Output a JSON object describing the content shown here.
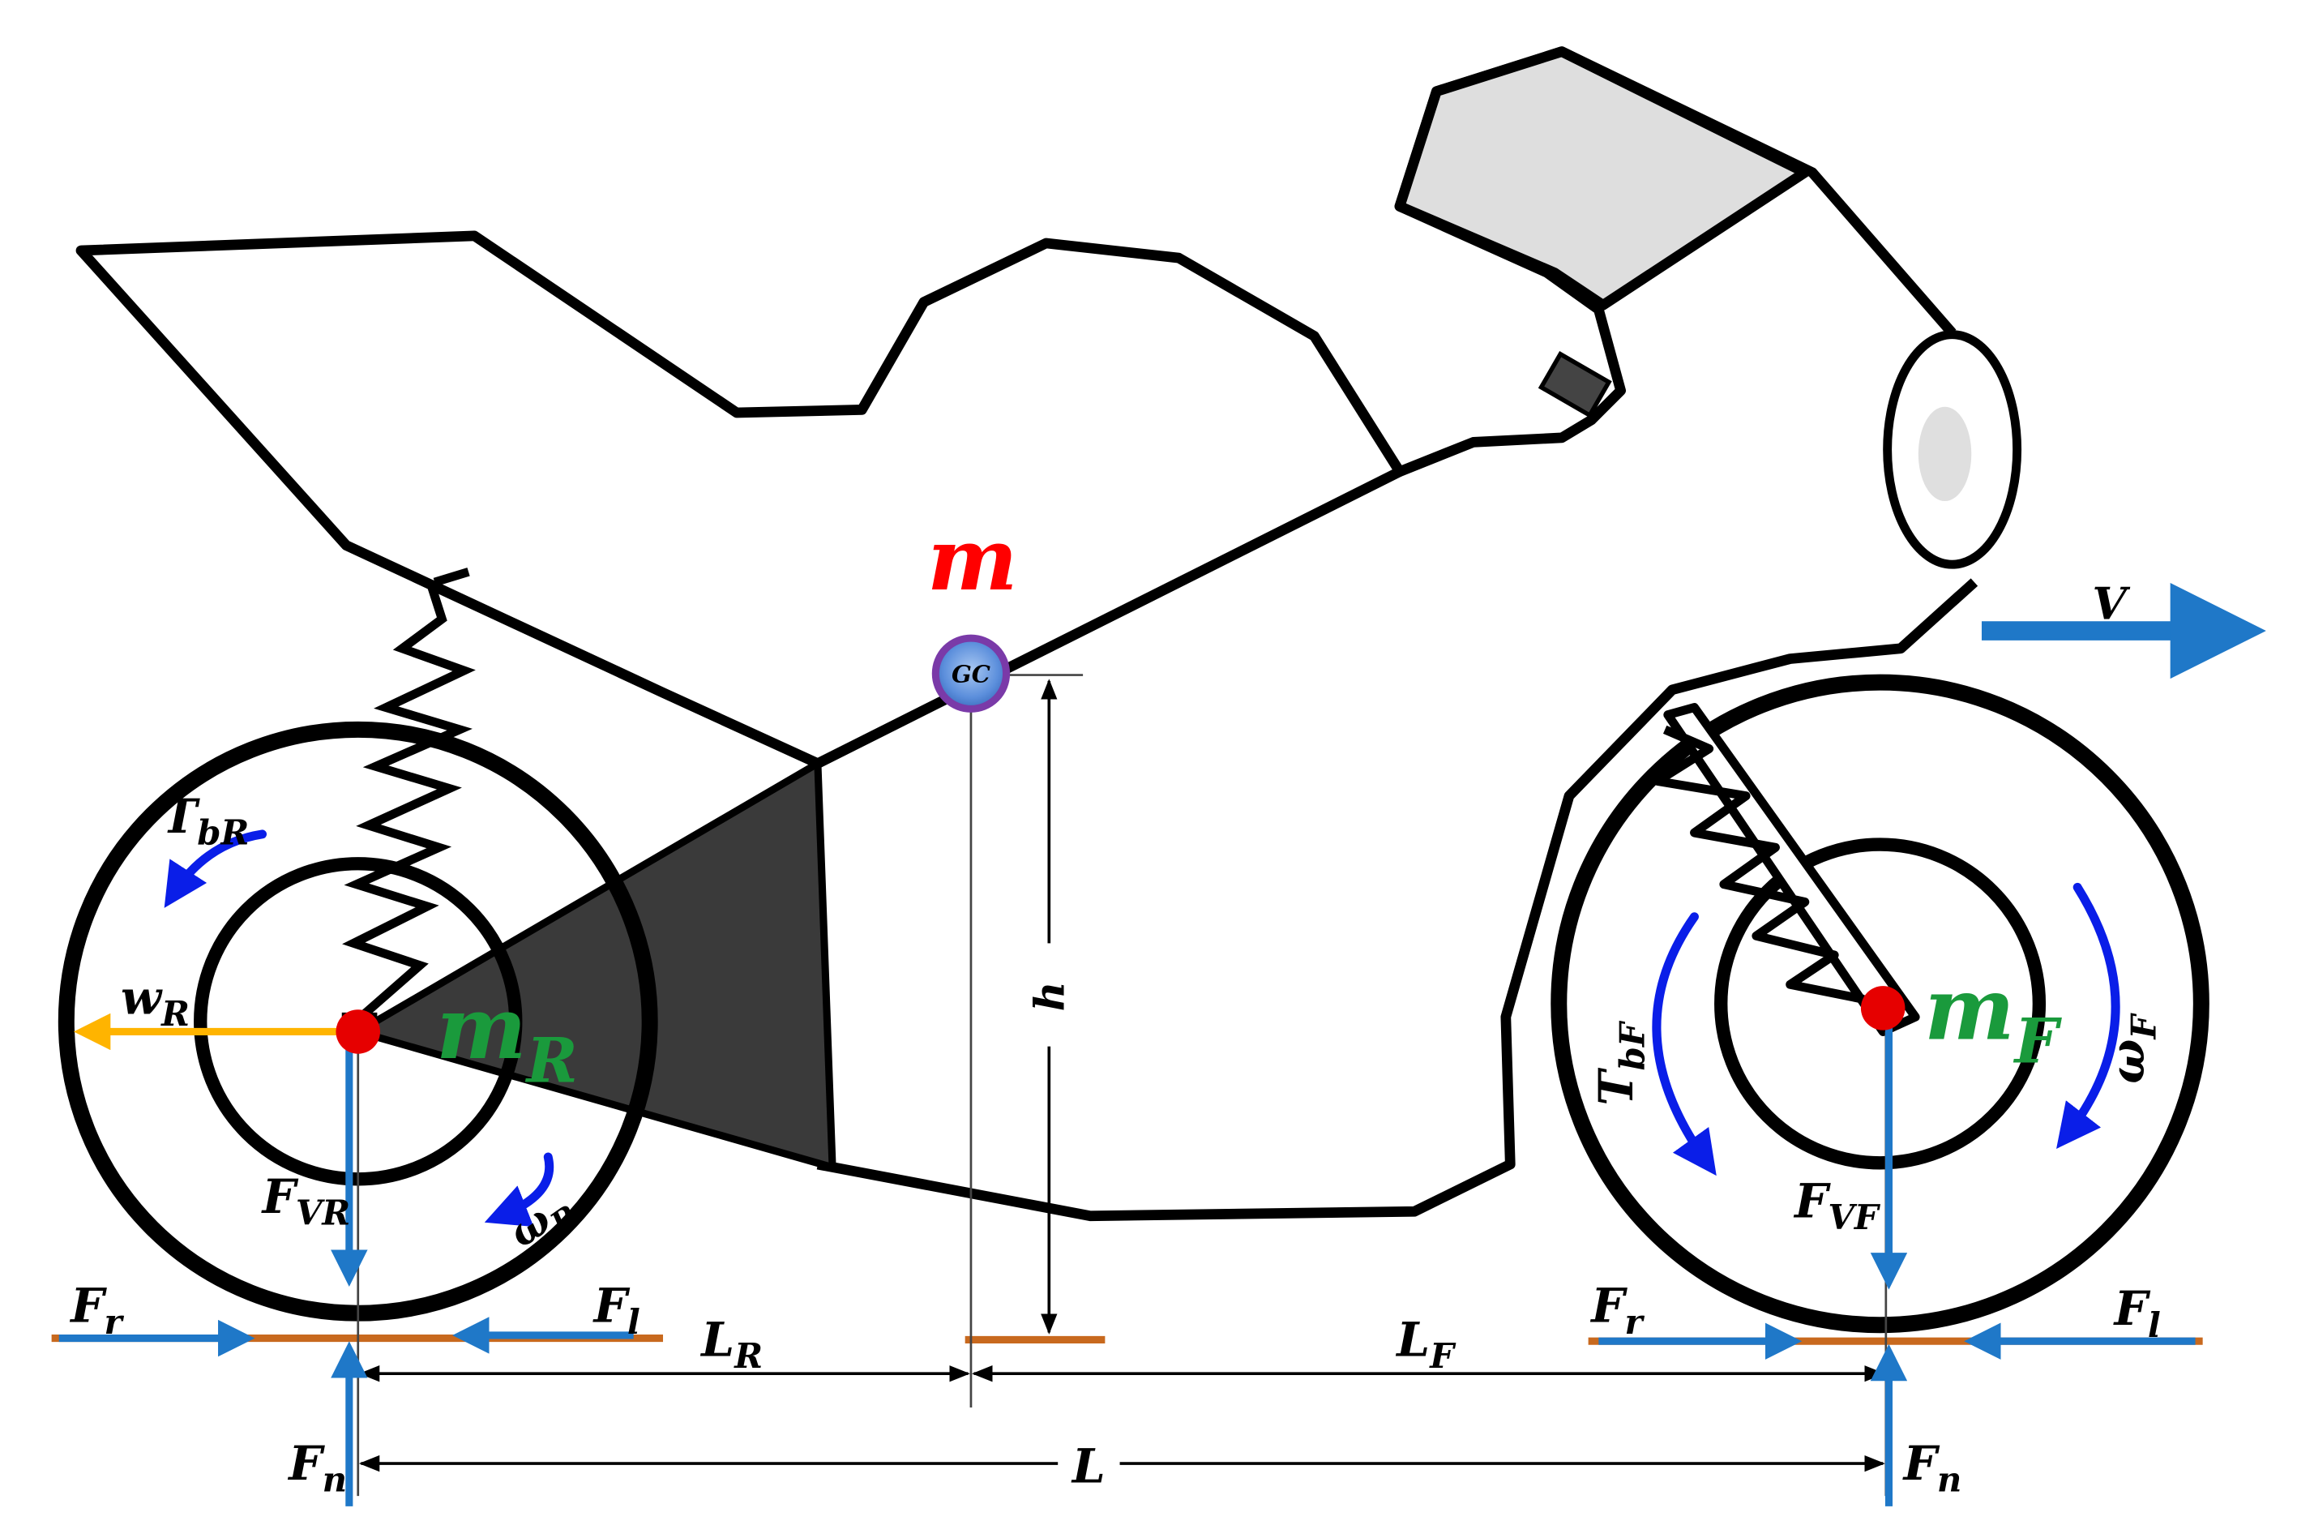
{
  "colors": {
    "outline": "#000000",
    "force_blue": "#1f78c8",
    "torque_blue": "#0a1ee8",
    "mass_green": "#1a9a3c",
    "mass_red": "#ff0000",
    "hub_red": "#e60000",
    "ground_orange": "#c8691e",
    "drag_yellow": "#ffb400",
    "triangle_fill": "#3a3a3a",
    "windshield_fill": "#dedede",
    "gc_fill": "#6a9de0",
    "gc_ring": "#7a3aa8"
  },
  "icons": {
    "gc_marker": "center-of-gravity-icon",
    "velocity_arrow": "arrow-right-icon",
    "wheel_hub": "red-dot-icon"
  },
  "labels": {
    "m": {
      "base": "m",
      "sub": ""
    },
    "gc": {
      "base": "GC",
      "sub": ""
    },
    "mR": {
      "base": "m",
      "sub": "R"
    },
    "mF": {
      "base": "m",
      "sub": "F"
    },
    "V": {
      "base": "V",
      "sub": ""
    },
    "h": {
      "base": "h",
      "sub": ""
    },
    "TbR": {
      "base": "T",
      "sub": "bR"
    },
    "TbF": {
      "base": "T",
      "sub": "bF"
    },
    "wR": {
      "base": "w",
      "sub": "R"
    },
    "omegaR": {
      "base": "ω",
      "sub": "R"
    },
    "omegaF": {
      "base": "ω",
      "sub": "F"
    },
    "FVR": {
      "base": "F",
      "sub": "VR"
    },
    "FVF": {
      "base": "F",
      "sub": "VF"
    },
    "Fr_rear": {
      "base": "F",
      "sub": "r"
    },
    "Fl_rear": {
      "base": "F",
      "sub": "l"
    },
    "Fr_front": {
      "base": "F",
      "sub": "r"
    },
    "Fl_front": {
      "base": "F",
      "sub": "l"
    },
    "Fn_rear": {
      "base": "F",
      "sub": "n"
    },
    "Fn_front": {
      "base": "F",
      "sub": "n"
    },
    "LR": {
      "base": "L",
      "sub": "R"
    },
    "LF": {
      "base": "L",
      "sub": "F"
    },
    "L": {
      "base": "L",
      "sub": ""
    }
  }
}
